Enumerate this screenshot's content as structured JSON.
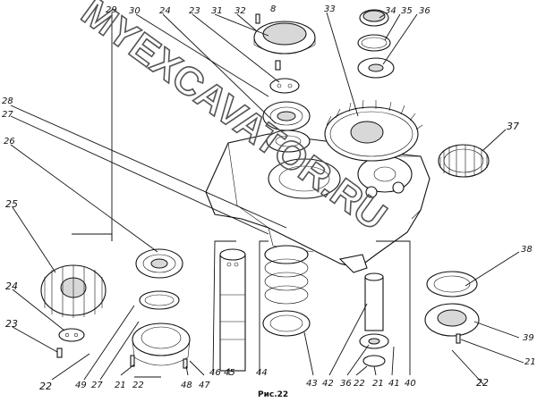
{
  "figure": {
    "caption": "Рис.22",
    "watermark": "MYEXCAVATOR.RU"
  },
  "labels": {
    "n29": "29",
    "n30": "30",
    "n24a": "24",
    "n23a": "23",
    "n31": "31",
    "n32": "32",
    "n8": "8",
    "n33": "33",
    "n34": "34",
    "n35": "35",
    "n36a": "36",
    "n37": "37",
    "n28": "28",
    "n27a": "27",
    "n26": "26",
    "n25": "25",
    "n24b": "24",
    "n23b": "23",
    "n38": "38",
    "n39": "39",
    "n21r": "21",
    "n22r": "22",
    "n22a": "22",
    "n49": "49",
    "n27b": "27",
    "n21a": "21",
    "n22b": "22",
    "n48": "48",
    "n47": "47",
    "n46": "46",
    "n45": "45",
    "n44": "44",
    "n43": "43",
    "n42": "42",
    "n36b": "36",
    "n22c": "22",
    "n21b": "21",
    "n41": "41",
    "n40": "40"
  }
}
